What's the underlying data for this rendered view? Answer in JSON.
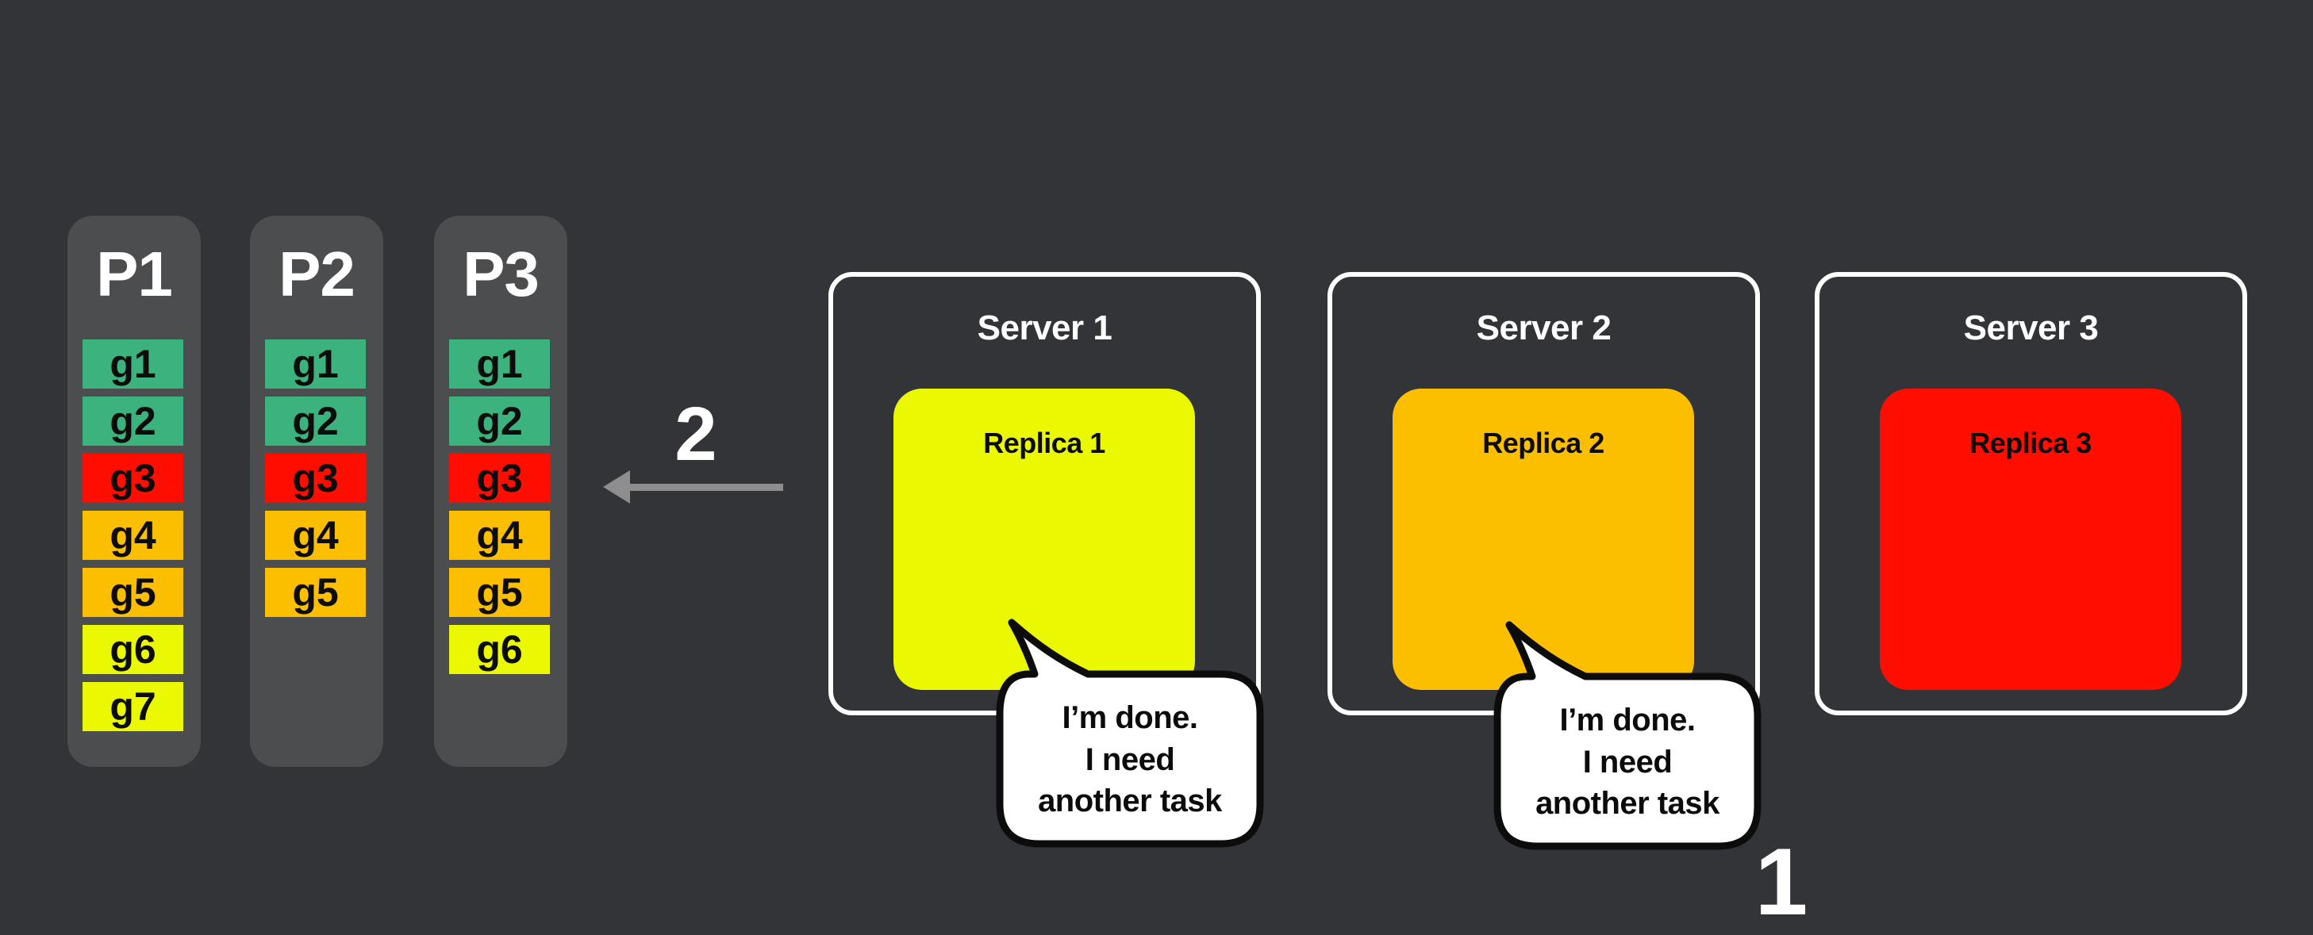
{
  "colors": {
    "background": "#333437",
    "panel": "#4c4d4f",
    "task_green": "#3cb37e",
    "task_red": "#fe0e00",
    "task_amber": "#fcbf00",
    "task_yellow": "#eaf802",
    "server_border": "#ffffff",
    "arrow_gray": "#8d8d8d",
    "bubble_fill": "#ffffff",
    "bubble_border": "#0c0c0c",
    "text_light": "#ffffff",
    "text_dark": "#0b0b0b"
  },
  "partitions": [
    {
      "label": "P1",
      "tasks": [
        {
          "label": "g1",
          "color": "green"
        },
        {
          "label": "g2",
          "color": "green"
        },
        {
          "label": "g3",
          "color": "red"
        },
        {
          "label": "g4",
          "color": "amber"
        },
        {
          "label": "g5",
          "color": "amber"
        },
        {
          "label": "g6",
          "color": "yellow"
        },
        {
          "label": "g7",
          "color": "yellow"
        }
      ]
    },
    {
      "label": "P2",
      "tasks": [
        {
          "label": "g1",
          "color": "green"
        },
        {
          "label": "g2",
          "color": "green"
        },
        {
          "label": "g3",
          "color": "red"
        },
        {
          "label": "g4",
          "color": "amber"
        },
        {
          "label": "g5",
          "color": "amber"
        }
      ]
    },
    {
      "label": "P3",
      "tasks": [
        {
          "label": "g1",
          "color": "green"
        },
        {
          "label": "g2",
          "color": "green"
        },
        {
          "label": "g3",
          "color": "red"
        },
        {
          "label": "g4",
          "color": "amber"
        },
        {
          "label": "g5",
          "color": "amber"
        },
        {
          "label": "g6",
          "color": "yellow"
        }
      ]
    }
  ],
  "steps": {
    "step1": "1",
    "step2": "2"
  },
  "servers": [
    {
      "title": "Server 1",
      "replica": {
        "label": "Replica 1",
        "color": "yellow"
      },
      "bubble": {
        "lines": [
          "I’m done.",
          "I need",
          "another task"
        ]
      }
    },
    {
      "title": "Server 2",
      "replica": {
        "label": "Replica 2",
        "color": "amber"
      },
      "bubble": {
        "lines": [
          "I’m done.",
          "I need",
          "another task"
        ]
      }
    },
    {
      "title": "Server 3",
      "replica": {
        "label": "Replica 3",
        "color": "red"
      },
      "bubble": null
    }
  ]
}
